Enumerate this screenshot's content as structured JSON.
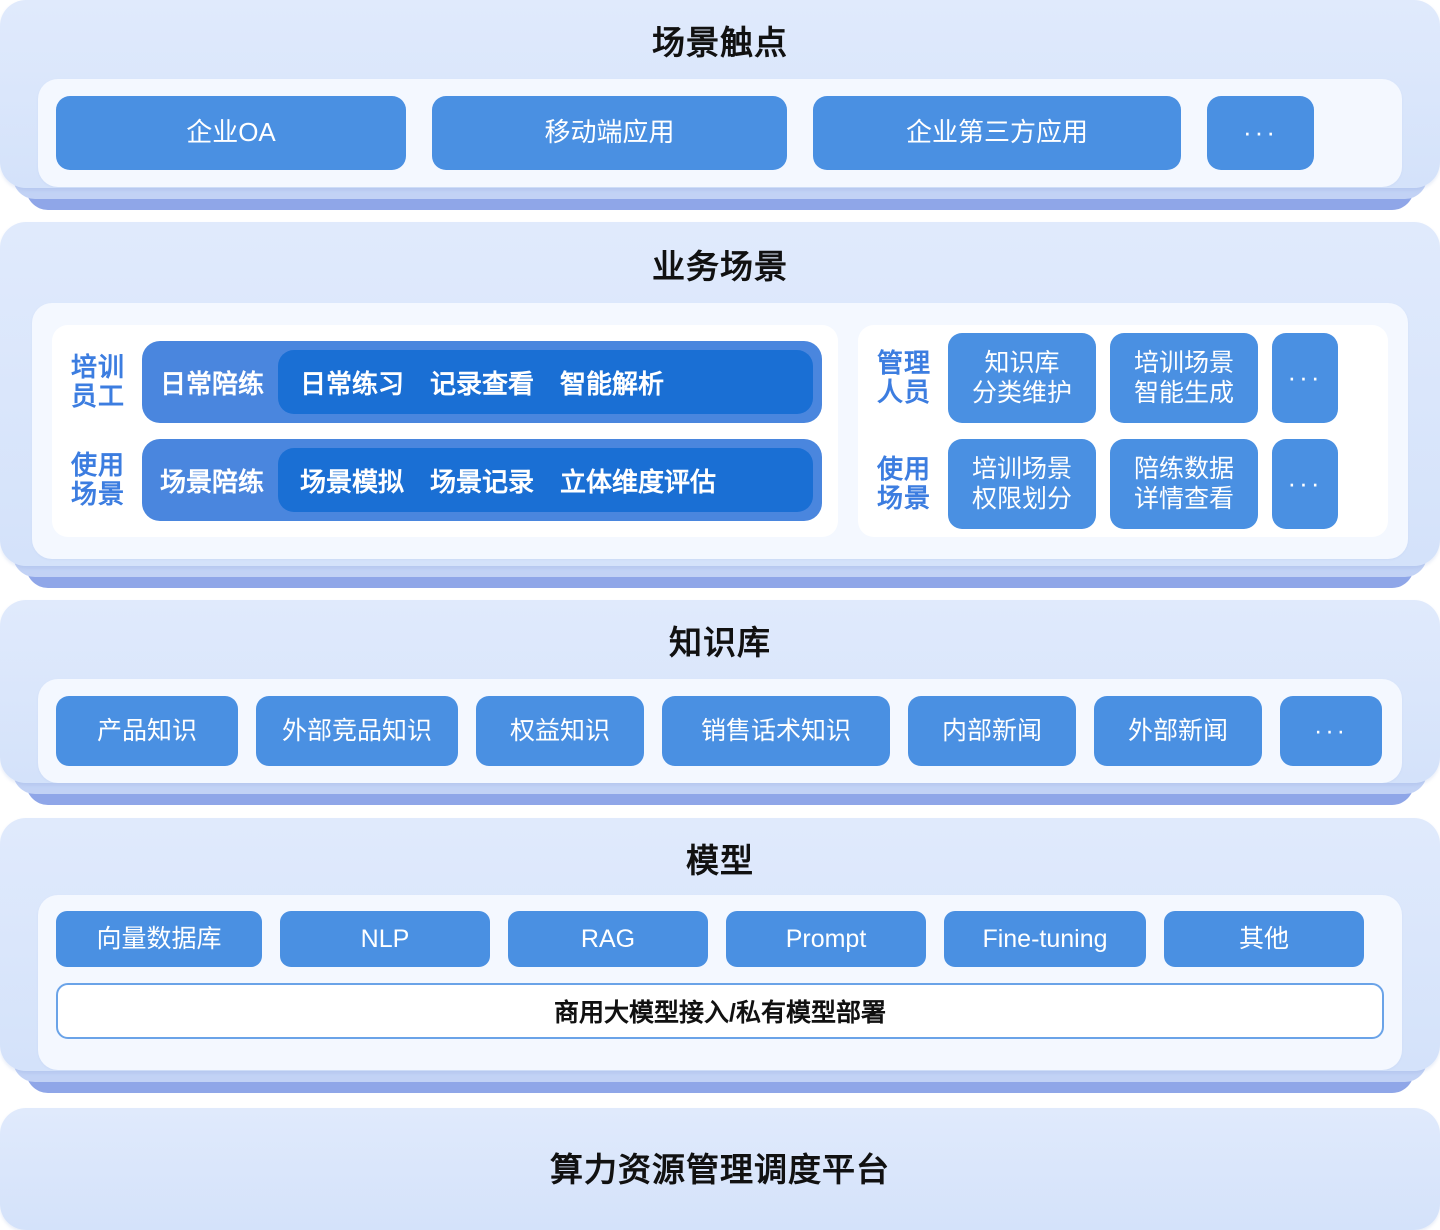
{
  "colors": {
    "chip": "#4a90e2",
    "pill_outer": "#4a86de",
    "pill_inner": "#1a6fd4",
    "role_label": "#3c7de0",
    "card_bg_top": "#e0eafc",
    "card_bg_bottom": "#d4e2fa",
    "panel_bg": "#f4f8ff",
    "base_shelf": "#8fa6e8",
    "deploy_border": "#6aa3e8"
  },
  "layers": {
    "touchpoint": {
      "title": "场景触点",
      "items": [
        "企业OA",
        "移动端应用",
        "企业第三方应用",
        "···"
      ]
    },
    "business": {
      "title": "业务场景",
      "left": {
        "rows": [
          {
            "role": "培训\n员工",
            "role_lines": [
              "培训",
              "员工"
            ],
            "head": "日常陪练",
            "tags": [
              "日常练习",
              "记录查看",
              "智能解析"
            ]
          },
          {
            "role": "使用\n场景",
            "role_lines": [
              "使用",
              "场景"
            ],
            "head": "场景陪练",
            "tags": [
              "场景模拟",
              "场景记录",
              "立体维度评估"
            ]
          }
        ]
      },
      "right": {
        "rows": [
          {
            "role_lines": [
              "管理",
              "人员"
            ],
            "chips": [
              {
                "lines": [
                  "知识库",
                  "分类维护"
                ]
              },
              {
                "lines": [
                  "培训场景",
                  "智能生成"
                ]
              }
            ],
            "more": "···"
          },
          {
            "role_lines": [
              "使用",
              "场景"
            ],
            "chips": [
              {
                "lines": [
                  "培训场景",
                  "权限划分"
                ]
              },
              {
                "lines": [
                  "陪练数据",
                  "详情查看"
                ]
              }
            ],
            "more": "···"
          }
        ]
      }
    },
    "knowledge_base": {
      "title": "知识库",
      "items": [
        "产品知识",
        "外部竞品知识",
        "权益知识",
        "销售话术知识",
        "内部新闻",
        "外部新闻",
        "···"
      ]
    },
    "model": {
      "title": "模型",
      "items": [
        "向量数据库",
        "NLP",
        "RAG",
        "Prompt",
        "Fine-tuning",
        "其他"
      ],
      "deploy_bar": "商用大模型接入/私有模型部署"
    },
    "platform": {
      "title": "算力资源管理调度平台"
    }
  }
}
